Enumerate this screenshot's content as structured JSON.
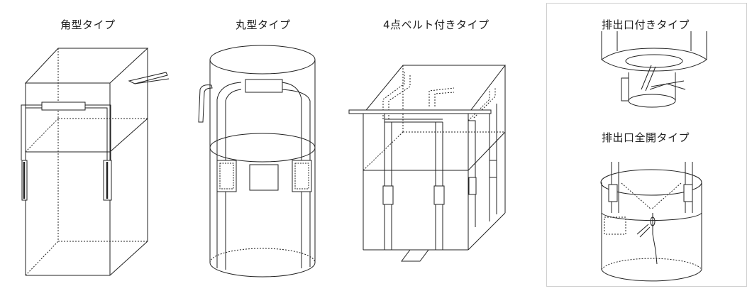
{
  "types": {
    "square": {
      "label": "角型タイプ"
    },
    "round": {
      "label": "丸型タイプ"
    },
    "four_belt": {
      "label": "4点ベルト付きタイプ"
    }
  },
  "discharge_panel": {
    "spout": {
      "label": "排出口付きタイプ"
    },
    "full_open": {
      "label": "排出口全開タイプ"
    }
  }
}
